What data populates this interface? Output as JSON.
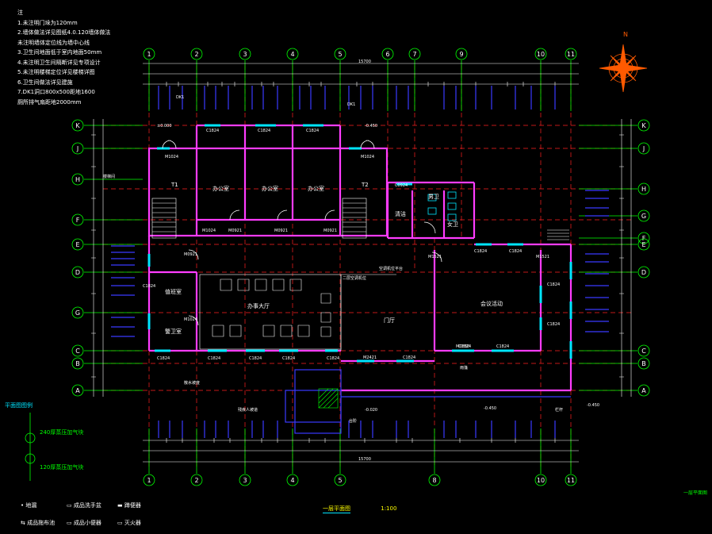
{
  "notes": {
    "heading": "注",
    "lines": [
      "1.未注明门垛为120mm",
      "2.墙体做法详见图纸4.0.120墙体做法",
      "  未注明墙体定位线为墙中心线",
      "3.卫生间地面低于室内地面50mm",
      "4.未注明卫生间隔断详见专项设计",
      "5.未注明楼梯定位详见楼梯详图",
      "6.卫生间做法详见建施",
      "7.DK1洞口800x500距地1600",
      "  厕所排气扇距地2000mm"
    ]
  },
  "compass": {
    "label": "N",
    "color": "#ff5a00"
  },
  "axes": {
    "top": [
      "1",
      "2",
      "3",
      "4",
      "5",
      "6",
      "7",
      "9",
      "10",
      "11"
    ],
    "bottom": [
      "1",
      "2",
      "3",
      "4",
      "5",
      "8",
      "10",
      "11"
    ],
    "left": [
      "K",
      "J",
      "H",
      "F",
      "E",
      "D",
      "G",
      "C",
      "B",
      "A"
    ],
    "right": [
      "K",
      "J",
      "H",
      "G",
      "F",
      "E",
      "D",
      "C",
      "B",
      "A"
    ]
  },
  "total_dims": {
    "top": "15700",
    "bottom": "15700"
  },
  "rooms": [
    {
      "id": "T1",
      "label": "T1"
    },
    {
      "id": "T2",
      "label": "T2"
    },
    {
      "id": "office1",
      "label": "办公室"
    },
    {
      "id": "office2",
      "label": "办公室"
    },
    {
      "id": "office3",
      "label": "办公室"
    },
    {
      "id": "duty",
      "label": "值班室"
    },
    {
      "id": "security",
      "label": "警卫室"
    },
    {
      "id": "hall",
      "label": "办事大厅"
    },
    {
      "id": "lobby",
      "label": "门厅"
    },
    {
      "id": "meeting",
      "label": "会议活动"
    },
    {
      "id": "wc_m",
      "label": "男卫"
    },
    {
      "id": "wc_f",
      "label": "女卫"
    },
    {
      "id": "clean",
      "label": "清洁"
    }
  ],
  "door_tags": [
    "M1024",
    "M1024",
    "M0921",
    "M0921",
    "M0921",
    "M1024",
    "M0921",
    "M1024",
    "M1521",
    "M0830",
    "M1521",
    "M2421"
  ],
  "window_tags": [
    "C1824",
    "C1824",
    "C1824",
    "C1824",
    "C1824",
    "C1824",
    "C1824",
    "C1824",
    "C1824",
    "C1824",
    "C0924",
    "C1824",
    "C1824",
    "C1824",
    "C1824",
    "C1824",
    "C1824"
  ],
  "levels": [
    "±0.000",
    "-0.450",
    "-0.450",
    "-0.450",
    "-0.020"
  ],
  "annotations": [
    "DK1",
    "DK1",
    "楼梯间",
    "二层空调机位",
    "空调机位平台",
    "散水坡度",
    "残疾人坡道",
    "台阶",
    "雨篷",
    "栏杆"
  ],
  "legend": {
    "title": "平面图图例",
    "wall_240": "240厚蒸压加气块",
    "wall_120": "120厚蒸压加气块"
  },
  "symbols": [
    {
      "mark": "•",
      "label": "地漏"
    },
    {
      "mark": "▭",
      "label": "成品洗手盆"
    },
    {
      "mark": "▬",
      "label": "蹲便器"
    },
    {
      "mark": "⇆",
      "label": "成品拖布池"
    },
    {
      "mark": "▭",
      "label": "成品小便器"
    },
    {
      "mark": "▭",
      "label": "灭火器"
    }
  ],
  "drawing_title": "一层平面图",
  "drawing_scale": "1:100",
  "sheet_corner": "一层平面图",
  "colors": {
    "axis": "#00ff00",
    "wall": "#ff3cff",
    "window": "#00e5ff",
    "dimension": "#ffffff",
    "gridline": "#ff2020",
    "compass": "#ff5a00",
    "blue_outline": "#3a3aff"
  }
}
